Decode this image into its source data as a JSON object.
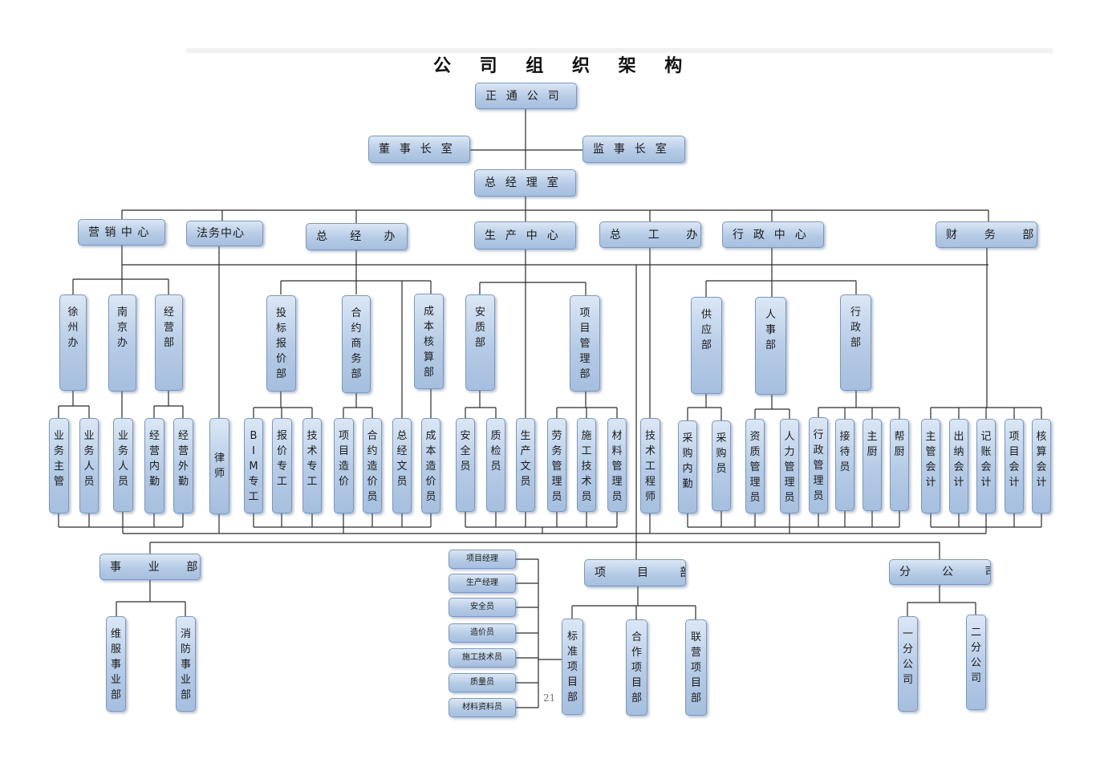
{
  "title": "公 司 组 织 架 构",
  "page_number": "21",
  "nodes": {
    "company": "正  通  公  司",
    "board_office": "董  事  长  室",
    "supervisor_office": "监  事  长  室",
    "gm_office": "总  经  理  室",
    "marketing_center": "营 销 中 心",
    "legal_center": "法务中心",
    "general_manager_office": "总     经     办",
    "production_center": "生  产  中  心",
    "chief_engineer_office": "总      工      办",
    "admin_center": "行  政  中  心",
    "finance_dept": "财      务      部",
    "xuzhou_office": "徐州办",
    "nanjing_office": "南京办",
    "business_dept": "经营部",
    "bidding_dept": "投标报价部",
    "contract_dept": "合约商务部",
    "cost_dept": "成本核算部",
    "safety_quality_dept": "安质部",
    "project_mgmt_dept": "项目管理部",
    "supply_dept": "供应部",
    "hr_dept": "人事部",
    "admin_dept": "行政部",
    "biz_supervisor": "业务主管",
    "biz_staff_1": "业务人员",
    "biz_staff_2": "业务人员",
    "biz_internal": "经营内勤",
    "biz_field": "经营外勤",
    "lawyer": "律师",
    "bim_specialist": "BIM专工",
    "quote_specialist": "报价专工",
    "tech_specialist": "技术专工",
    "project_cost": "项目造价",
    "contract_cost": "合约造价员",
    "gm_clerk": "总经文员",
    "cost_estimator": "成本造价员",
    "safety_officer": "安全员",
    "quality_inspector": "质检员",
    "production_clerk": "生产文员",
    "labor_manager": "劳务管理员",
    "construction_tech": "施工技术员",
    "material_manager": "材料管理员",
    "tech_engineer": "技术工程师",
    "purchase_internal": "采购内勤",
    "purchaser": "采购员",
    "qualification_manager": "资质管理员",
    "hr_manager": "人力管理员",
    "admin_manager": "行政管理员",
    "receptionist": "接待员",
    "head_chef": "主厨",
    "kitchen_helper": "帮厨",
    "chief_accountant": "主管会计",
    "cashier": "出纳会计",
    "bookkeeper": "记账会计",
    "project_accountant": "项目会计",
    "audit_accountant": "核算会计",
    "business_division": "事      业      部",
    "project_dept": "项       目       部",
    "branch": "分       公       司",
    "maintenance_division": "维服事业部",
    "fire_division": "消防事业部",
    "standard_project": "标准项目部",
    "cooperative_project": "合作项目部",
    "joint_project": "联营项目部",
    "branch_1": "一分公司",
    "branch_2": "二分公司",
    "pm_project_manager": "项目经理",
    "pm_production_manager": "生产经理",
    "pm_safety_officer": "安全员",
    "pm_cost_officer": "造价员",
    "pm_construction_tech": "施工技术员",
    "pm_quality_officer": "质量员",
    "pm_material_officer": "材料资料员"
  }
}
